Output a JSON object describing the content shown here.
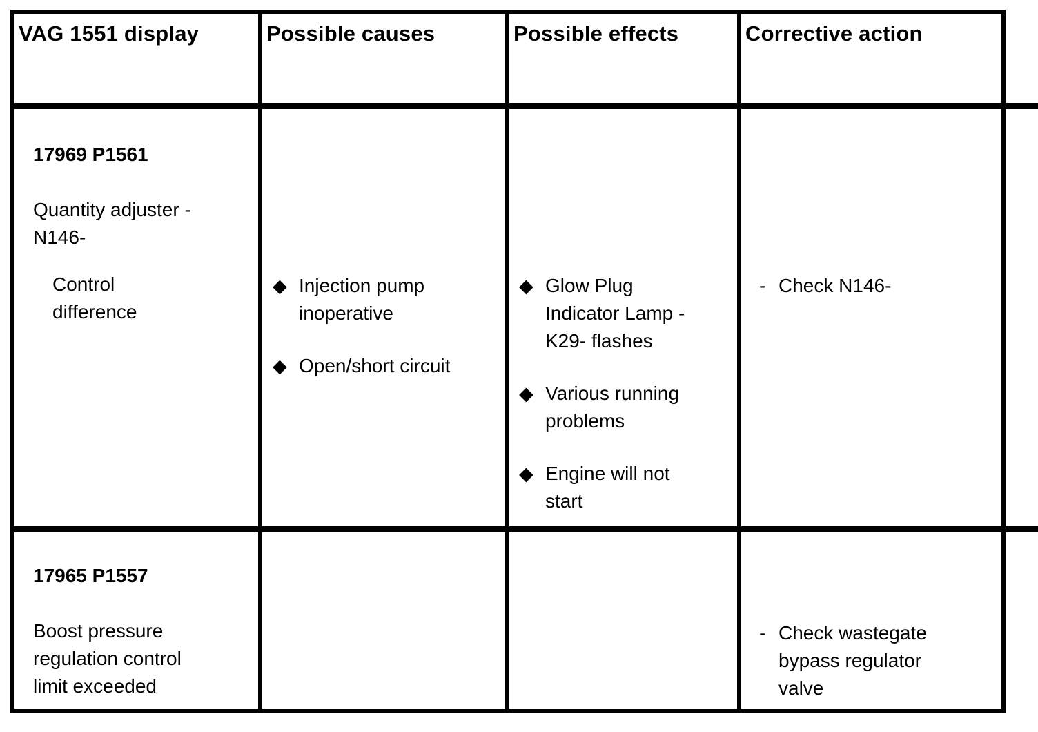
{
  "colors": {
    "border": "#000000",
    "text": "#000000",
    "background": "#ffffff"
  },
  "icons": {
    "diamond_bullet": "◆",
    "dash_bullet": "-"
  },
  "table": {
    "headers": {
      "display": "VAG 1551 display",
      "causes": "Possible causes",
      "effects": "Possible effects",
      "action": "Corrective action"
    },
    "rows": [
      {
        "fault_code": "17969 P1561",
        "fault_name": [
          "Quantity adjuster -",
          "N146-"
        ],
        "fault_detail": [
          "Control",
          "difference"
        ],
        "causes": [
          [
            "Injection pump",
            "inoperative"
          ],
          [
            "Open/short circuit"
          ]
        ],
        "effects": [
          [
            "Glow Plug",
            "Indicator Lamp -",
            "K29- flashes"
          ],
          [
            "Various running",
            "problems"
          ],
          [
            "Engine will not",
            "start"
          ]
        ],
        "actions": [
          [
            "Check N146-"
          ]
        ]
      },
      {
        "fault_code": "17965 P1557",
        "fault_name": [
          "Boost pressure",
          "regulation control",
          "limit exceeded"
        ],
        "fault_detail": [],
        "causes": [],
        "effects": [],
        "actions": [
          [
            "Check wastegate",
            "bypass regulator",
            "valve"
          ]
        ]
      }
    ]
  }
}
